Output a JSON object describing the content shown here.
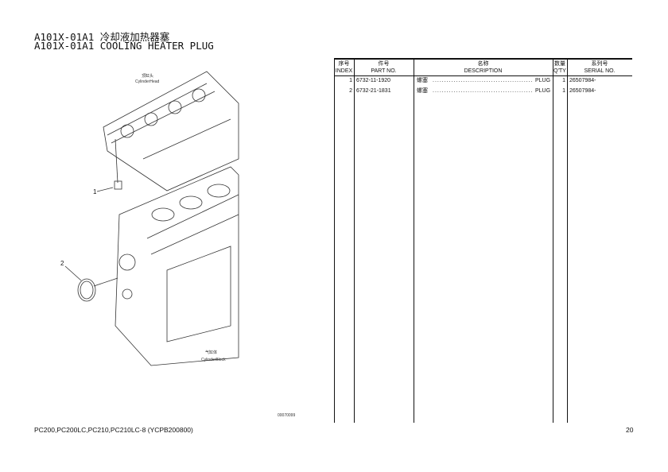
{
  "title": {
    "line1": "A101X-01A1 冷却液加热器塞",
    "line2": "A101X-01A1 COOLING HEATER PLUG"
  },
  "drawing": {
    "head_cn": "顶缸头",
    "head_en": "CylinderHead",
    "block_cn": "气缸体",
    "block_en": "CylinderBlock",
    "callouts": [
      "1",
      "2"
    ],
    "drawing_no": "00070099"
  },
  "table": {
    "headers": [
      {
        "cn": "序号",
        "en": "INDEX"
      },
      {
        "cn": "件号",
        "en": "PART NO."
      },
      {
        "cn": "名称",
        "en": "DESCRIPTION"
      },
      {
        "cn": "数量",
        "en": "Q'TY"
      },
      {
        "cn": "系列号",
        "en": "SERIAL NO."
      }
    ],
    "rows": [
      {
        "index": "1",
        "part_no": "6732-11-1920",
        "desc_cn": "螺塞",
        "desc_en": "PLUG",
        "qty": "1",
        "serial": "26507984-"
      },
      {
        "index": "2",
        "part_no": "6732-21-1831",
        "desc_cn": "螺塞",
        "desc_en": "PLUG",
        "qty": "1",
        "serial": "26507984-"
      }
    ]
  },
  "footer": {
    "models": "PC200,PC200LC,PC210,PC210LC-8 (YCPB200800)",
    "page": "20"
  }
}
